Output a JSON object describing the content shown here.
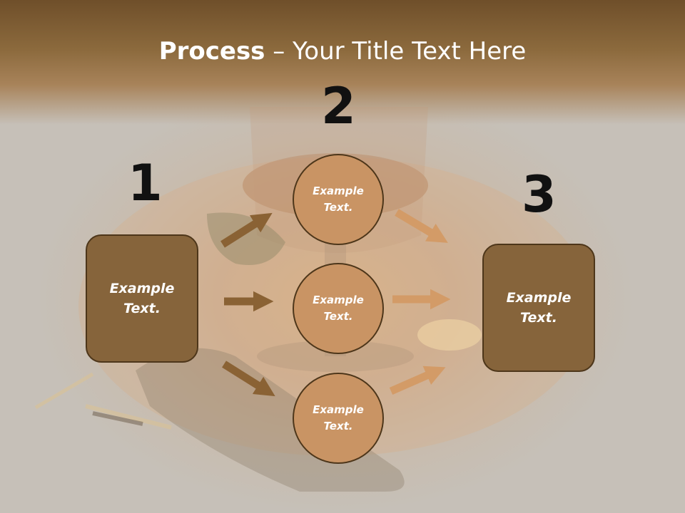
{
  "title": {
    "bold": "Process",
    "rest": " – Your Title Text Here"
  },
  "steps": [
    {
      "number": "1",
      "label": "Example Text."
    },
    {
      "number": "2",
      "label": "Example Text."
    },
    {
      "number": "3",
      "label": "Example Text."
    }
  ],
  "circles": [
    {
      "label": "Example Text."
    },
    {
      "label": "Example Text."
    },
    {
      "label": "Example Text."
    }
  ],
  "colors": {
    "box_fill": "#86643b",
    "circle_fill": "#c99464",
    "arrow_dark": "#8a6234",
    "arrow_light": "#d39b67",
    "border": "#4d361a"
  }
}
